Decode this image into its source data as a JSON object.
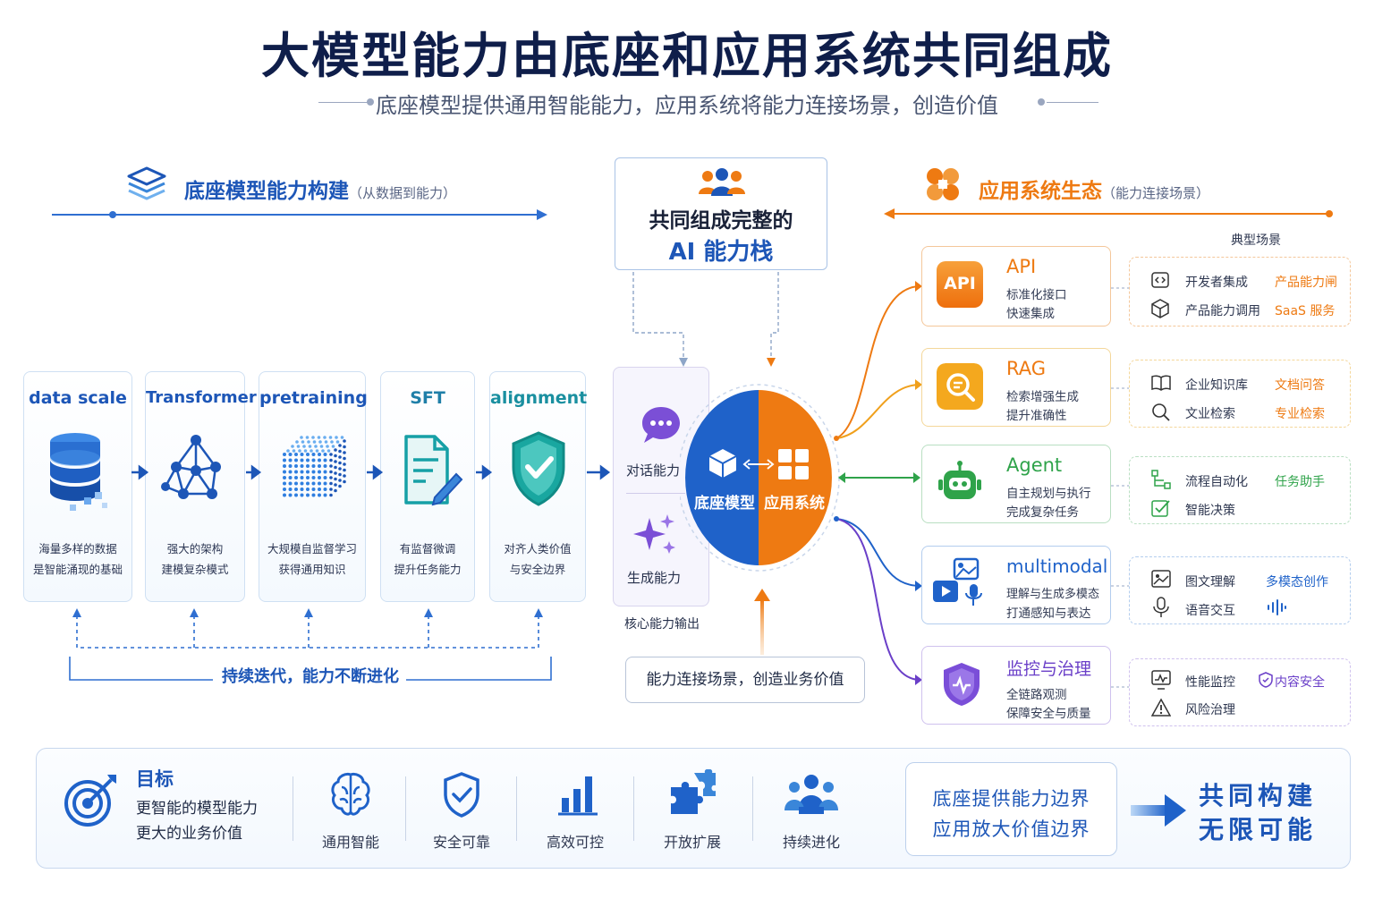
{
  "title": "大模型能力由底座和应用系统共同组成",
  "subtitle": "底座模型提供通用智能能力，应用系统将能力连接场景，创造价值",
  "left_section": {
    "title": "底座模型能力构建",
    "note": "（从数据到能力）"
  },
  "stages": [
    {
      "name": "data scale",
      "line1": "海量多样的数据",
      "line2": "是智能涌现的基础",
      "icon": "database-icon"
    },
    {
      "name": "Transformer",
      "line1": "强大的架构",
      "line2": "建模复杂模式",
      "icon": "network-icon"
    },
    {
      "name": "pretraining",
      "line1": "大规模自监督学习",
      "line2": "获得通用知识",
      "icon": "cube-icon"
    },
    {
      "name": "SFT",
      "line1": "有监督微调",
      "line2": "提升任务能力",
      "icon": "document-edit-icon"
    },
    {
      "name": "alignment",
      "line1": "对齐人类价值",
      "line2": "与安全边界",
      "icon": "shield-check-icon"
    }
  ],
  "iteration_label": "持续迭代，能力不断进化",
  "center": {
    "stack_line1": "共同组成完整的",
    "stack_line2": "AI 能力栈",
    "core_items": [
      "对话能力",
      "生成能力"
    ],
    "core_caption": "核心能力输出",
    "base_label": "底座模型",
    "app_label": "应用系统",
    "bottom_box": "能力连接场景，创造业务价值"
  },
  "right_section": {
    "title": "应用系统生态",
    "note": "（能力连接场景）",
    "scenes_header": "典型场景"
  },
  "apps": [
    {
      "name": "API",
      "line1": "标准化接口",
      "line2": "快速集成",
      "color": "#f07d14",
      "scenes": [
        {
          "label": "开发者集成",
          "accent": "产品能力闸"
        },
        {
          "label": "产品能力调用",
          "accent": "SaaS 服务"
        }
      ]
    },
    {
      "name": "RAG",
      "line1": "检索增强生成",
      "line2": "提升准确性",
      "color": "#f0a01c",
      "scenes": [
        {
          "label": "企业知识库",
          "accent": "文档问答"
        },
        {
          "label": "文业检索",
          "accent": "专业检索"
        }
      ]
    },
    {
      "name": "Agent",
      "line1": "自主规划与执行",
      "line2": "完成复杂任务",
      "color": "#2fa34a",
      "scenes": [
        {
          "label": "流程自动化",
          "accent": "任务助手"
        },
        {
          "label": "智能决策",
          "accent": ""
        }
      ]
    },
    {
      "name": "multimodal",
      "line1": "理解与生成多模态",
      "line2": "打通感知与表达",
      "color": "#1f62c9",
      "scenes": [
        {
          "label": "图文理解",
          "accent": "多模态创作"
        },
        {
          "label": "语音交互",
          "accent": ""
        }
      ]
    },
    {
      "name": "监控与治理",
      "line1": "全链路观测",
      "line2": "保障安全与质量",
      "color": "#6a3fc8",
      "scenes": [
        {
          "label": "性能监控",
          "accent": "内容安全"
        },
        {
          "label": "风险治理",
          "accent": ""
        }
      ]
    }
  ],
  "goal": {
    "title": "目标",
    "line1": "更智能的模型能力",
    "line2": "更大的业务价值",
    "values": [
      "通用智能",
      "安全可靠",
      "高效可控",
      "开放扩展",
      "持续进化"
    ],
    "box_line1": "底座提供能力边界",
    "box_line2": "应用放大价值边界",
    "final_line1": "共同构建",
    "final_line2": "无限可能"
  },
  "colors": {
    "blue": "#1d56b7",
    "orange": "#ee7a12",
    "green": "#2fa34a",
    "purple": "#6a3fc8",
    "navy": "#0f1e4a"
  }
}
